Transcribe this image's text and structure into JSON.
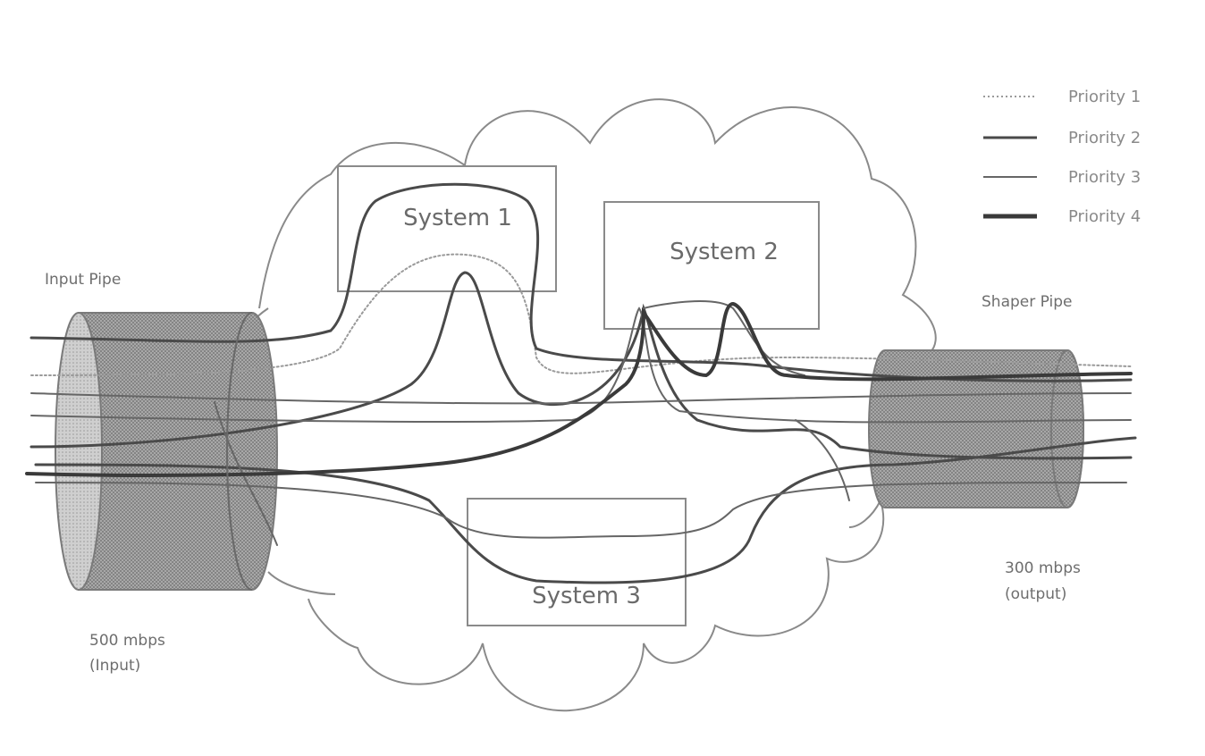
{
  "legend": {
    "items": [
      {
        "label": "Priority 1",
        "style": "dotted"
      },
      {
        "label": "Priority 2",
        "style": "medium"
      },
      {
        "label": "Priority 3",
        "style": "thin"
      },
      {
        "label": "Priority 4",
        "style": "thick"
      }
    ]
  },
  "systems": {
    "s1": "System 1",
    "s2": "System 2",
    "s3": "System 3"
  },
  "input_pipe": {
    "title": "Input Pipe",
    "rate": "500 mbps",
    "note": "(Input)"
  },
  "shaper_pipe": {
    "title": "Shaper Pipe",
    "rate": "300 mbps",
    "note": "(output)"
  },
  "colors": {
    "line": "#4a4a4a",
    "thin_line": "#777777",
    "pipe_fill": "#9a9a9a",
    "pipe_face": "#c4c4c4",
    "text": "#6e6e6e"
  }
}
